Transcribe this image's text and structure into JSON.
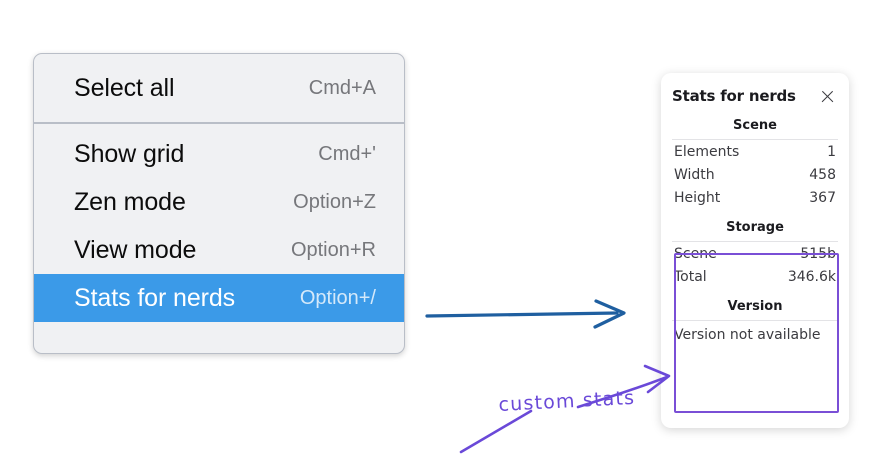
{
  "context_menu": {
    "name": "context-menu",
    "groups": [
      {
        "items": [
          {
            "label": "Select all",
            "shortcut": "Cmd+A",
            "selected": false,
            "name": "menu-item-select-all"
          }
        ]
      },
      {
        "items": [
          {
            "label": "Show grid",
            "shortcut": "Cmd+'",
            "selected": false,
            "name": "menu-item-show-grid"
          },
          {
            "label": "Zen mode",
            "shortcut": "Option+Z",
            "selected": false,
            "name": "menu-item-zen-mode"
          },
          {
            "label": "View mode",
            "shortcut": "Option+R",
            "selected": false,
            "name": "menu-item-view-mode"
          },
          {
            "label": "Stats for nerds",
            "shortcut": "Option+/",
            "selected": true,
            "name": "menu-item-stats-for-nerds"
          }
        ]
      }
    ],
    "highlight_color": "#3b9ae8"
  },
  "stats_panel": {
    "title": "Stats for nerds",
    "close_icon": "close-icon",
    "sections": [
      {
        "heading": "Scene",
        "name": "scene-section",
        "rows": [
          {
            "label": "Elements",
            "value": "1"
          },
          {
            "label": "Width",
            "value": "458"
          },
          {
            "label": "Height",
            "value": "367"
          }
        ]
      },
      {
        "heading": "Storage",
        "name": "storage-section",
        "rows": [
          {
            "label": "Scene",
            "value": "515b"
          },
          {
            "label": "Total",
            "value": "346.6k"
          }
        ]
      },
      {
        "heading": "Version",
        "name": "version-section",
        "rows": [],
        "note": "Version not available"
      }
    ]
  },
  "annotations": {
    "handwritten_label": "custom stats",
    "blue_arrow_color": "#1f5fa0",
    "purple_color": "#6a49d8",
    "highlight_box_color": "#7a4fd6"
  }
}
